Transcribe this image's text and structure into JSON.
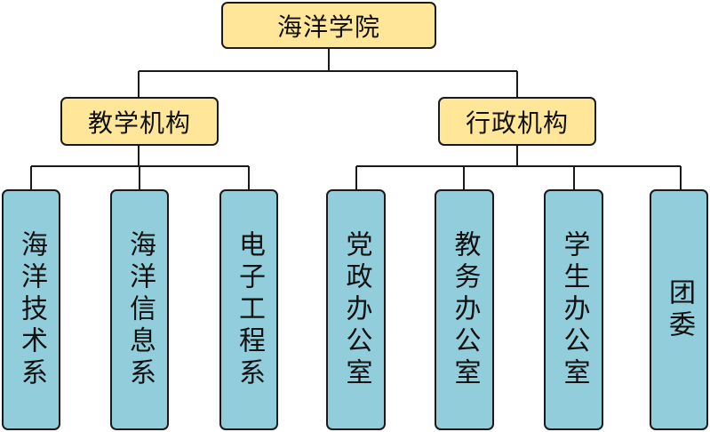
{
  "root": {
    "label": "海洋学院"
  },
  "branches": [
    {
      "label": "教学机构",
      "children": [
        "海洋技术系",
        "海洋信息系",
        "电子工程系"
      ]
    },
    {
      "label": "行政机构",
      "children": [
        "党政办公室",
        "教务办公室",
        "学生办公室",
        "团委"
      ]
    }
  ],
  "colors": {
    "level1": "#ffe699",
    "leaf": "#92cddc",
    "line": "#1a1a1a"
  }
}
